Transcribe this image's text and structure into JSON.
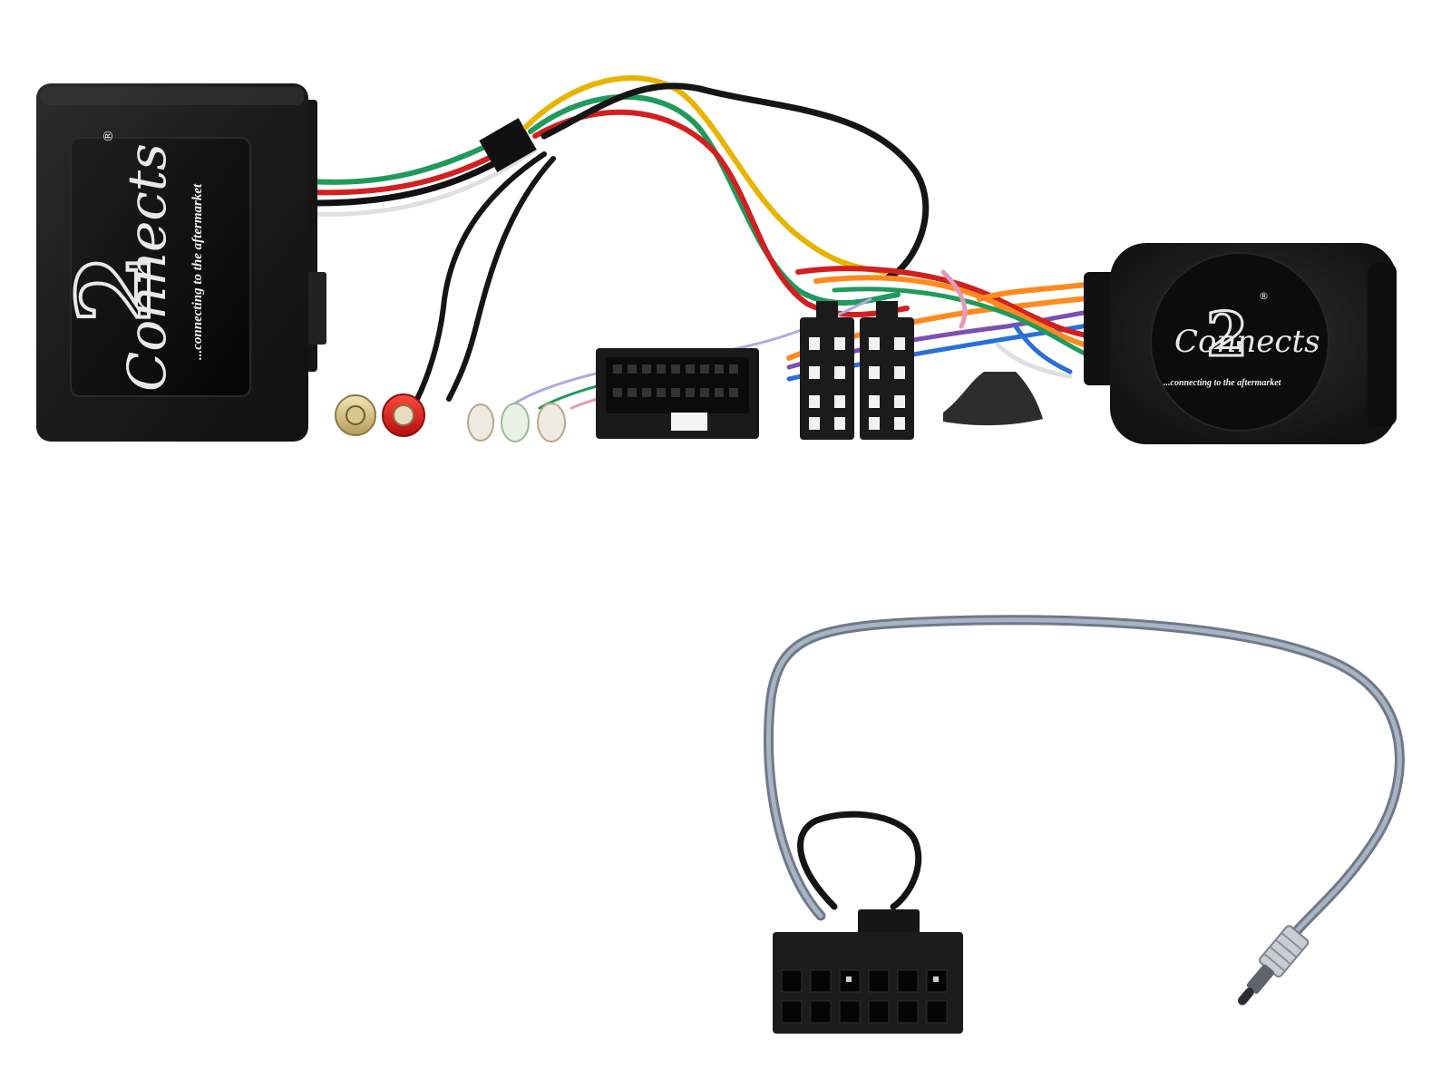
{
  "product": {
    "module_a": {
      "brand": "Connects",
      "brand_number": "2",
      "registered_mark": "®",
      "tagline": "...connecting to the aftermarket"
    },
    "module_b": {
      "brand": "Connects",
      "brand_number": "2",
      "registered_mark": "®",
      "tagline": "...connecting to the aftermarket"
    }
  },
  "colors": {
    "background": "#ffffff",
    "housing": "#1c1c1c",
    "label": "#0d0d0d",
    "wire_green": "#1f9a5c",
    "wire_red": "#d21f1f",
    "wire_yellow": "#e8b400",
    "wire_orange": "#ff8a1f",
    "wire_purple": "#7b4fb0",
    "wire_pink": "#e59ab8",
    "wire_blue": "#2a6fd6",
    "patch_lead": "#8a96a8",
    "connector": "#1a1a1a"
  },
  "icons": {
    "module_a": "interface-box-icon",
    "module_b": "control-box-icon",
    "rca_plugs": "rca-plug-icon",
    "iso_connector": "iso-connector-icon",
    "harness_connector": "multi-pin-connector-icon",
    "patch_lead": "patch-lead-icon",
    "jack": "mini-jack-icon"
  }
}
